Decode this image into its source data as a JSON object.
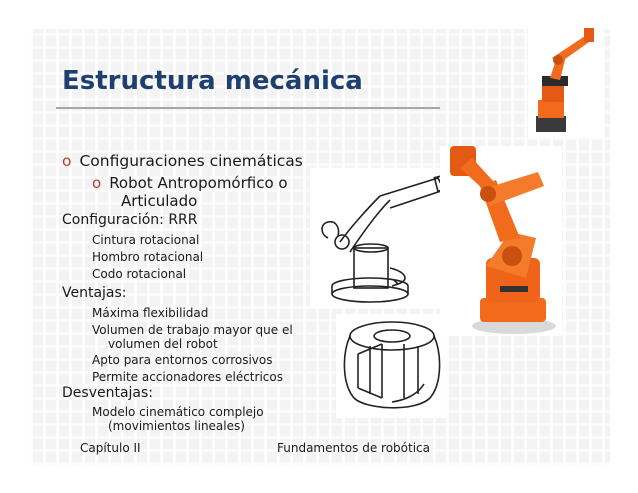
{
  "title": "Estructura mecánica",
  "bullets": {
    "level1": "Configuraciones cinemáticas",
    "level2_line1": "Robot Antropomórfico o",
    "level2_line2": "Articulado"
  },
  "config": {
    "heading": "Configuración: RRR",
    "items": [
      "Cintura rotacional",
      "Hombro rotacional",
      "Codo rotacional"
    ]
  },
  "ventajas": {
    "heading": "Ventajas:",
    "items": [
      "Máxima flexibilidad",
      "Volumen de trabajo mayor que el",
      "volumen del robot",
      "Apto para entornos corrosivos",
      "Permite accionadores eléctricos"
    ]
  },
  "desventajas": {
    "heading": "Desventajas:",
    "items": [
      "Modelo cinemático complejo",
      "(movimientos lineales)"
    ]
  },
  "footer": {
    "left": "Capítulo II",
    "right": "Fundamentos de robótica"
  },
  "colors": {
    "title": "#1f3f6e",
    "bullet": "#c23a2b",
    "robot_orange": "#f26a1b"
  }
}
